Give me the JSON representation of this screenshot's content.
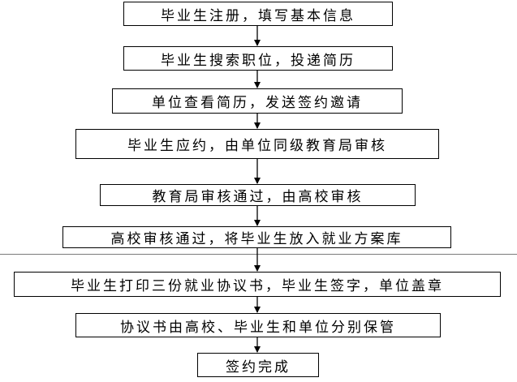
{
  "steps": [
    "毕业生注册，填写基本信息",
    "毕业生搜索职位，投递简历",
    "单位查看简历，发送签约邀请",
    "毕业生应约，由单位同级教育局审核",
    "教育局审核通过，由高校审核",
    "高校审核通过，将毕业生放入就业方案库",
    "毕业生打印三份就业协议书，毕业生签字，单位盖章",
    "协议书由高校、毕业生和单位分别保管",
    "签约完成"
  ]
}
